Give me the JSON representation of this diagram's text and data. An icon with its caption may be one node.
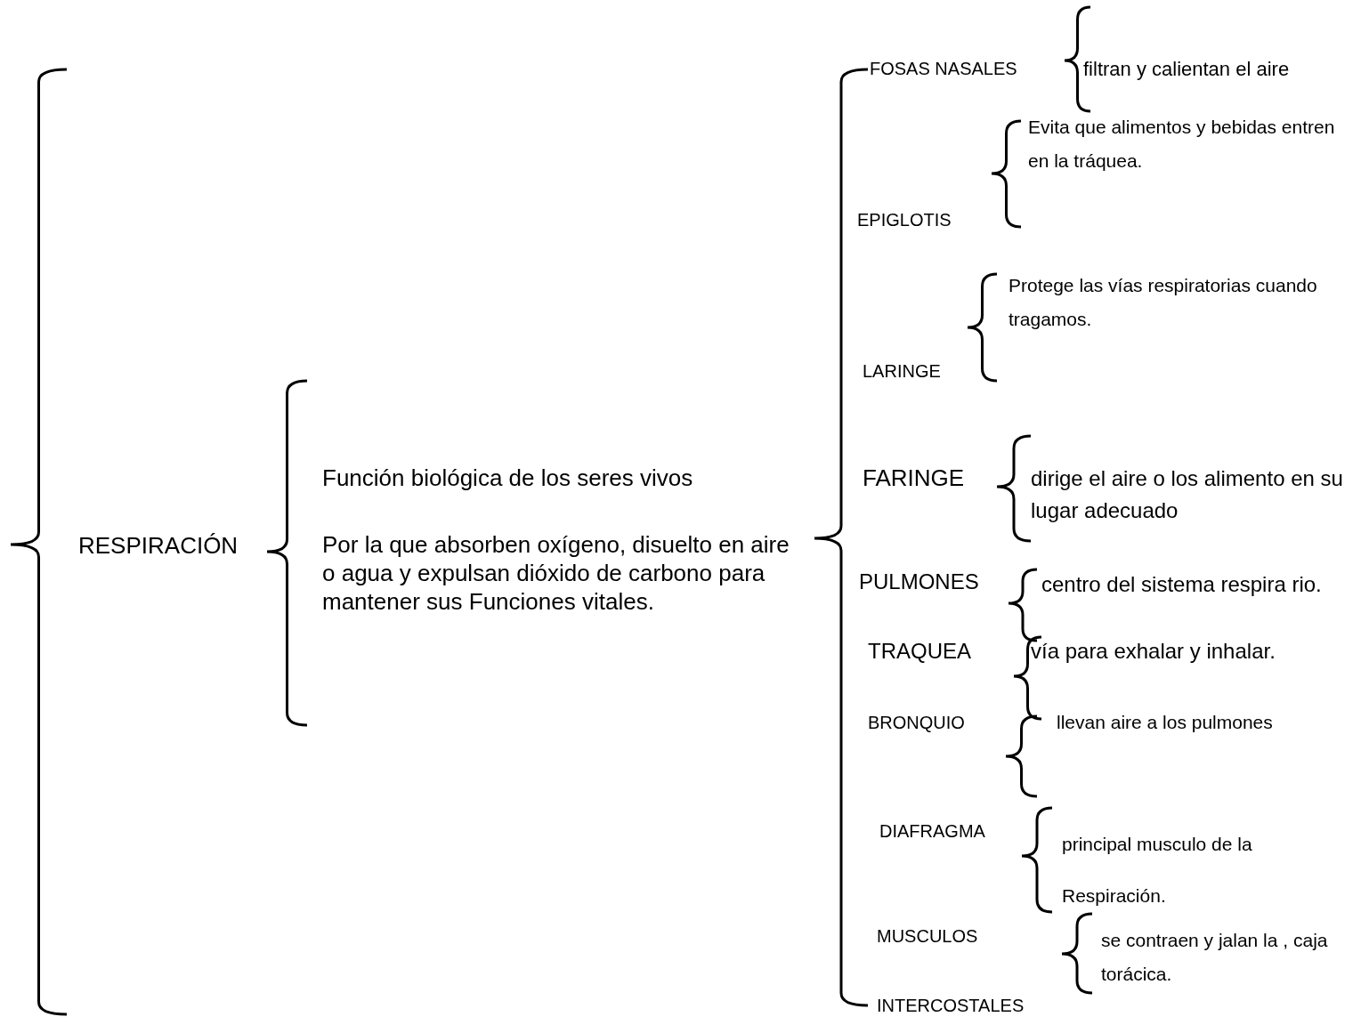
{
  "diagram": {
    "labels": [
      "FOSAS NASALES",
      "filtran y calientan el aire",
      "Evita que alimentos y bebidas entren en la tráquea.",
      "EPIGLOTIS",
      "Protege las vías respiratorias cuando tragamos.",
      "LARINGE",
      "Función biológica de los seres vivos",
      "FARINGE",
      "dirige el aire o los alimento en su lugar adecuado",
      "RESPIRACIÓN",
      "Por la que absorben oxígeno, disuelto en aire o agua y expulsan dióxido de carbono para mantener sus Funciones vitales.",
      "PULMONES",
      "centro del sistema respira rio.",
      "TRAQUEA",
      "vía para exhalar y inhalar.",
      "BRONQUIO",
      "llevan aire a los pulmones",
      "DIAFRAGMA",
      "principal musculo de la Respiración.",
      "MUSCULOS",
      "se contraen y jalan la , caja torácica.",
      "INTERCOSTALES"
    ]
  }
}
